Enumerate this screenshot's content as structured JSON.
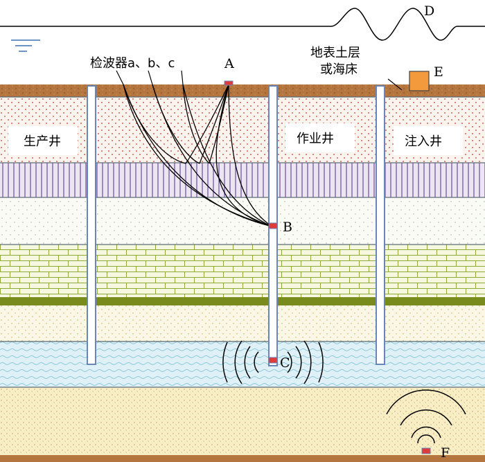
{
  "labels": {
    "geophones": "检波器a、b、c",
    "a": "A",
    "b": "B",
    "c": "C",
    "d": "D",
    "e": "E",
    "f": "F",
    "surface_line1": "地表土层",
    "surface_line2": "或海床",
    "production_well": "生产井",
    "work_well": "作业井",
    "injection_well": "注入井"
  },
  "colors": {
    "topsoil": "#b5753f",
    "dotted_red": "#c2372e",
    "striped": "#6b4b9c",
    "brick": "#8fa638",
    "band_green": "#7a8b1e",
    "water_blue": "#9ed5e6",
    "sand": "#f5e8b5",
    "well_border": "#6a86b8",
    "source_red": "#e03a3a",
    "box_orange": "#f39a3d",
    "water_symbol": "#3d6fb6"
  },
  "icons": {
    "water_level": "water-level-icon",
    "seismic_waves": "wave-arc-icon"
  }
}
